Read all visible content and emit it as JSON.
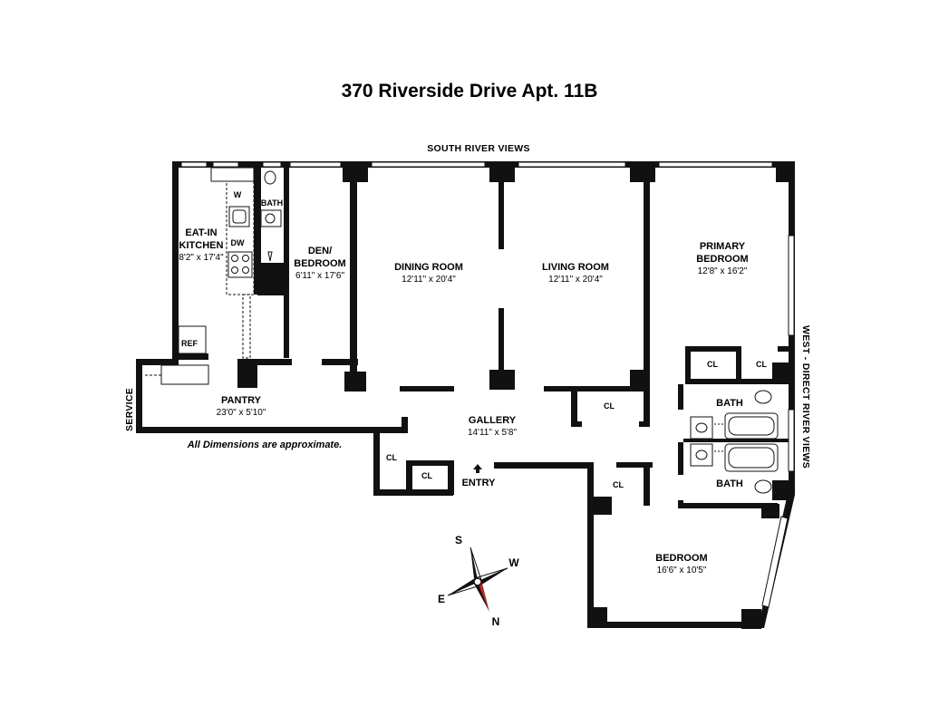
{
  "title": "370 Riverside Drive Apt. 11B",
  "views": {
    "south": "SOUTH RIVER VIEWS",
    "west": "WEST - DIRECT RIVER VIEWS",
    "service": "SERVICE"
  },
  "note": "All Dimensions are approximate.",
  "rooms": {
    "kitchen": {
      "name_1": "EAT-IN",
      "name_2": "KITCHEN",
      "dim": "8'2\" x 17'4\""
    },
    "den": {
      "name_1": "DEN/",
      "name_2": "BEDROOM",
      "dim": "6'11\" x 17'6\""
    },
    "dining": {
      "name": "DINING ROOM",
      "dim": "12'11\" x 20'4\""
    },
    "living": {
      "name": "LIVING ROOM",
      "dim": "12'11\" x 20'4\""
    },
    "primary": {
      "name_1": "PRIMARY",
      "name_2": "BEDROOM",
      "dim": "12'8\" x 16'2\""
    },
    "pantry": {
      "name": "PANTRY",
      "dim": "23'0\" x 5'10\""
    },
    "gallery": {
      "name": "GALLERY",
      "dim": "14'11\" x 5'8\""
    },
    "bedroom": {
      "name": "BEDROOM",
      "dim": "16'6\" x 10'5\""
    }
  },
  "labels": {
    "bath_small": "BATH",
    "bath_upper": "BATH",
    "bath_lower": "BATH",
    "closet": "CL",
    "washer": "W",
    "dishwasher": "DW",
    "refrigerator": "REF",
    "entry": "ENTRY"
  },
  "compass": {
    "s": "S",
    "w": "W",
    "e": "E",
    "n": "N"
  }
}
